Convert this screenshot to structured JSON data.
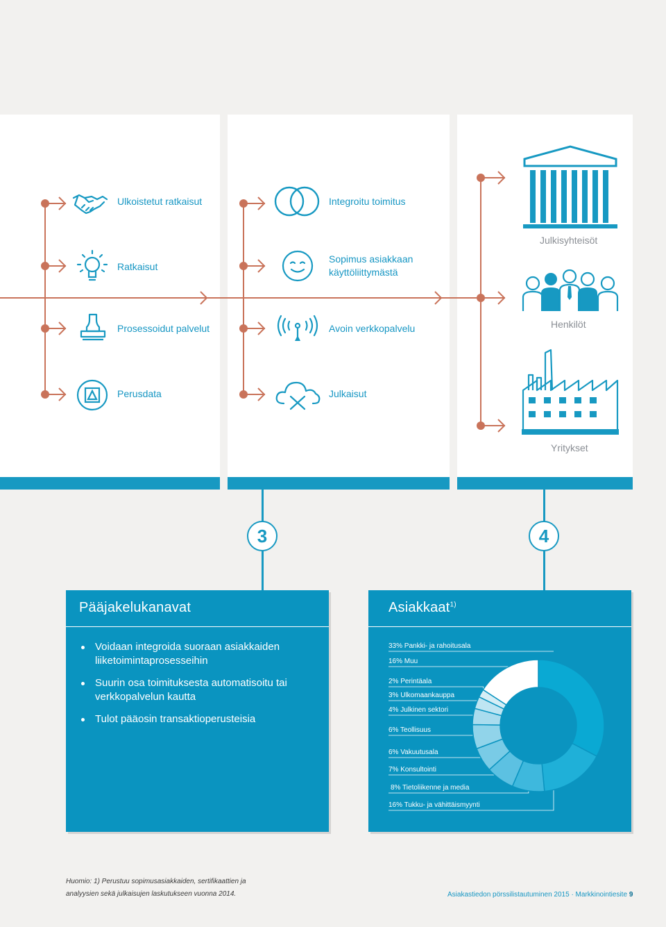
{
  "channels": {
    "col1": [
      "Ulkoistetut ratkaisut",
      "Ratkaisut",
      "Prosessoidut palvelut",
      "Perusdata"
    ],
    "col2": [
      "Integroitu toimitus",
      "Sopimus asiakkaan",
      "käyttöliittymästä",
      "Avoin verkkopalvelu",
      "Julkaisut"
    ],
    "col3": [
      "Julkisyhteisöt",
      "Henkilöt",
      "Yritykset"
    ]
  },
  "icons": [
    "handshake-icon",
    "lightbulb-icon",
    "stamp-icon",
    "triangle-box-icon",
    "overlapping-circles-icon",
    "smiley-icon",
    "antenna-icon",
    "cloud-icon",
    "government-building-icon",
    "people-icon",
    "factory-icon"
  ],
  "steps": {
    "three": "3",
    "four": "4"
  },
  "box_left": {
    "title": "Pääjakelukanavat",
    "bullets": [
      "Voidaan integroida suoraan asiakkaiden liiketoimintaprosesseihin",
      "Suurin osa toimituksesta automatisoitu tai verkkopalvelun kautta",
      "Tulot pääosin transaktioperusteisia"
    ]
  },
  "box_right": {
    "title": "Asiakkaat",
    "title_sup": "1)"
  },
  "chart_data": {
    "type": "pie",
    "categories": [
      "Pankki- ja rahoitusala",
      "Tukku- ja vähittäismyynti",
      "Tietoliikenne ja media",
      "Konsultointi",
      "Vakuutusala",
      "Teollisuus",
      "Julkinen sektori",
      "Ulkomaankauppa",
      "Perintäala",
      "Muu"
    ],
    "values": [
      33,
      16,
      8,
      7,
      6,
      6,
      4,
      3,
      2,
      16
    ],
    "labels": [
      "33% Pankki- ja rahoitusala",
      "16% Muu",
      "2% Perintäala",
      "3% Ulkomaankauppa",
      "4% Julkinen sektori",
      "6% Teollisuus",
      "6% Vakuutusala",
      "7% Konsultointi",
      "8% Tietoliikenne ja media",
      "16% Tukku- ja vähittäismyynti"
    ],
    "colors": [
      "#0aa9d3",
      "#1fb0d8",
      "#3eb8dd",
      "#5cc1e2",
      "#79cbe6",
      "#91d4ea",
      "#a9dcee",
      "#bfe5f2",
      "#d5eef6",
      "#ffffff"
    ]
  },
  "footer": {
    "note_line1": "Huomio: 1) Perustuu sopimusasiakkaiden, sertifikaattien ja",
    "note_line2": "analyysien sekä julkaisujen laskutukseen vuonna 2014.",
    "page_info": "Asiakastiedon pörssilistautuminen 2015 · Markkinointiesite",
    "page_number": "9"
  },
  "colors": {
    "accent": "#1799c2",
    "connector": "#c9735a",
    "background": "#f2f1ef"
  }
}
